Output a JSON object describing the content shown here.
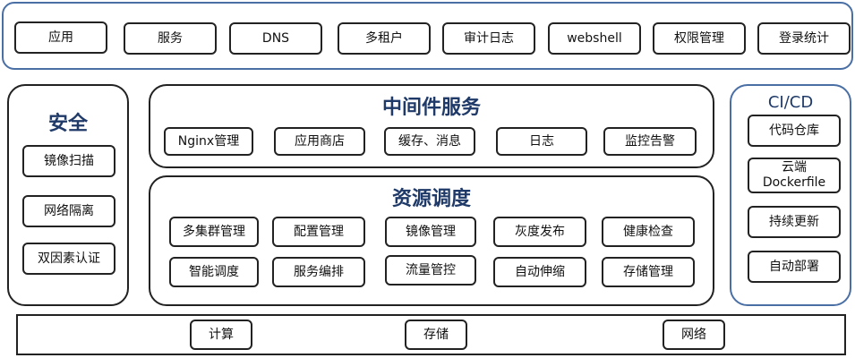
{
  "top_bar": {
    "items": [
      "应用",
      "服务",
      "DNS",
      "多租户",
      "审计日志",
      "webshell",
      "权限管理",
      "登录统计"
    ]
  },
  "security": {
    "title": "安全",
    "items": [
      "镜像扫描",
      "网络隔离",
      "双因素认证"
    ]
  },
  "middleware": {
    "title": "中间件服务",
    "items": [
      "Nginx管理",
      "应用商店",
      "缓存、消息",
      "日志",
      "监控告警"
    ]
  },
  "scheduling": {
    "title": "资源调度",
    "row1": [
      "多集群管理",
      "配置管理",
      "镜像管理",
      "灰度发布",
      "健康检查"
    ],
    "row2": [
      "智能调度",
      "服务编排",
      "流量管控",
      "自动伸缩",
      "存储管理"
    ]
  },
  "cicd": {
    "title": "CI/CD",
    "items": [
      "代码仓库",
      "云端\nDockerfile",
      "持续更新",
      "自动部署"
    ]
  },
  "infrastructure": {
    "items": [
      "计算",
      "存储",
      "网络"
    ]
  },
  "colors": {
    "title_blue": "#1f3a68",
    "frame_blue": "#4a6fa5",
    "border_dark": "#222222"
  }
}
